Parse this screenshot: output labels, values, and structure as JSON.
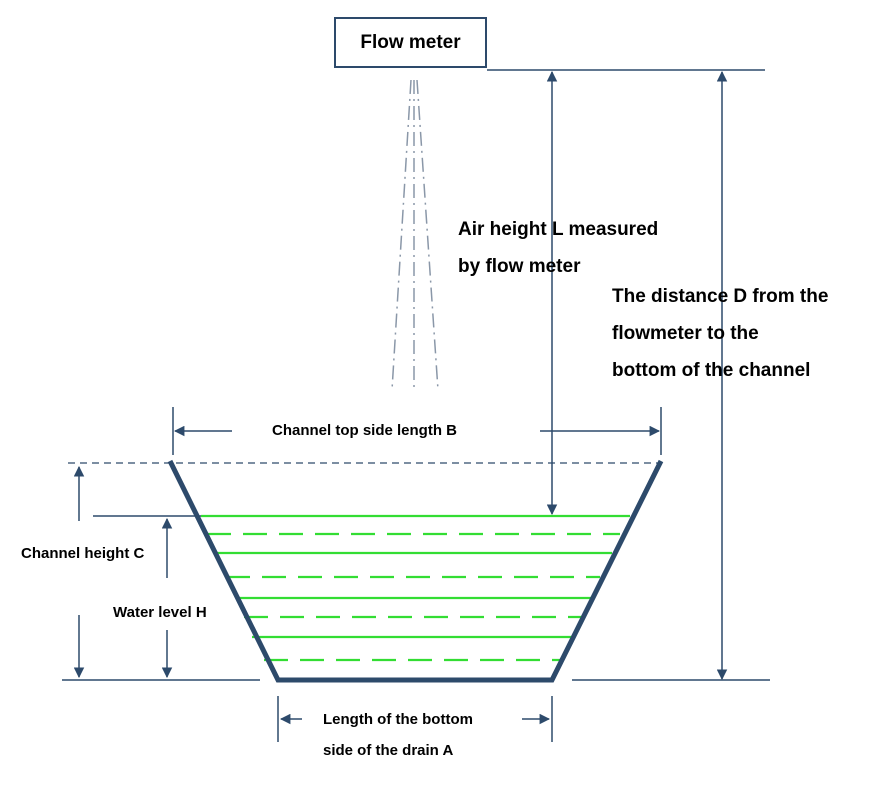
{
  "flow_meter": {
    "label": "Flow meter"
  },
  "labels": {
    "air_height_line1": "Air height L measured",
    "air_height_line2": "by flow meter",
    "distance_line1": "The distance D from the",
    "distance_line2": "flowmeter to the",
    "distance_line3": "bottom of the channel",
    "top_side_length": "Channel top side length B",
    "channel_height": "Channel height C",
    "water_level": "Water level H",
    "bottom_line1": "Length of the bottom",
    "bottom_line2": "side of the drain A"
  },
  "colors": {
    "channel_wall": "#2d4a6b",
    "dimension_line": "#2d4a6b",
    "water_line": "#33dd33",
    "beam": "#8a97a8"
  }
}
